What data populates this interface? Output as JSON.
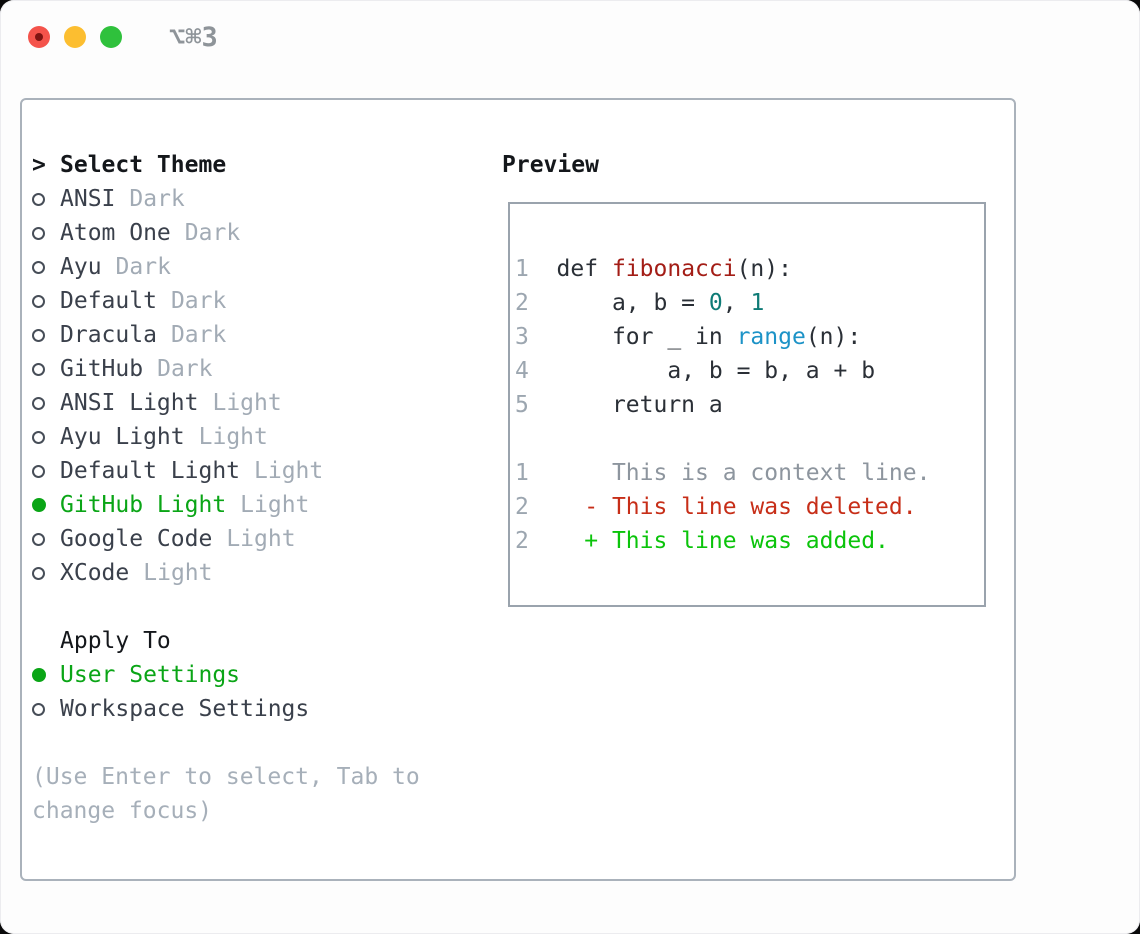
{
  "titlebar": {
    "shortcut": "⌥⌘3",
    "traffic_lights": [
      "close",
      "minimize",
      "zoom"
    ]
  },
  "theme_picker": {
    "header_prefix": ">",
    "header": "Select Theme",
    "items": [
      {
        "name": "ANSI",
        "tag": "Dark",
        "selected": false
      },
      {
        "name": "Atom One",
        "tag": "Dark",
        "selected": false
      },
      {
        "name": "Ayu",
        "tag": "Dark",
        "selected": false
      },
      {
        "name": "Default",
        "tag": "Dark",
        "selected": false
      },
      {
        "name": "Dracula",
        "tag": "Dark",
        "selected": false
      },
      {
        "name": "GitHub",
        "tag": "Dark",
        "selected": false
      },
      {
        "name": "ANSI Light",
        "tag": "Light",
        "selected": false
      },
      {
        "name": "Ayu Light",
        "tag": "Light",
        "selected": false
      },
      {
        "name": "Default Light",
        "tag": "Light",
        "selected": false
      },
      {
        "name": "GitHub Light",
        "tag": "Light",
        "selected": true
      },
      {
        "name": "Google Code",
        "tag": "Light",
        "selected": false
      },
      {
        "name": "XCode",
        "tag": "Light",
        "selected": false
      }
    ]
  },
  "apply_to": {
    "header": "Apply To",
    "items": [
      {
        "name": "User Settings",
        "selected": true
      },
      {
        "name": "Workspace Settings",
        "selected": false
      }
    ]
  },
  "footer": {
    "hint_line1": "(Use Enter to select, Tab to",
    "hint_line2": "change focus)"
  },
  "preview": {
    "title": "Preview",
    "code_lines": [
      [
        {
          "t": "1",
          "c": "ln"
        },
        {
          "t": "  def ",
          "c": "plain"
        },
        {
          "t": "fibonacci",
          "c": "fn"
        },
        {
          "t": "(n):",
          "c": "plain"
        }
      ],
      [
        {
          "t": "2",
          "c": "ln"
        },
        {
          "t": "      a, b = ",
          "c": "plain"
        },
        {
          "t": "0",
          "c": "num"
        },
        {
          "t": ", ",
          "c": "plain"
        },
        {
          "t": "1",
          "c": "num"
        }
      ],
      [
        {
          "t": "3",
          "c": "ln"
        },
        {
          "t": "      for _ in ",
          "c": "plain"
        },
        {
          "t": "range",
          "c": "bi"
        },
        {
          "t": "(n):",
          "c": "plain"
        }
      ],
      [
        {
          "t": "4",
          "c": "ln"
        },
        {
          "t": "          a, b = b, a + b",
          "c": "plain"
        }
      ],
      [
        {
          "t": "5",
          "c": "ln"
        },
        {
          "t": "      return a",
          "c": "plain"
        }
      ]
    ],
    "diff_lines": [
      [
        {
          "t": "1",
          "c": "ln"
        },
        {
          "t": "      This is a context line.",
          "c": "ctx"
        }
      ],
      [
        {
          "t": "2",
          "c": "ln"
        },
        {
          "t": "    - This line was deleted.",
          "c": "del"
        }
      ],
      [
        {
          "t": "2",
          "c": "ln"
        },
        {
          "t": "    + This line was added.",
          "c": "add"
        }
      ]
    ]
  },
  "colors": {
    "accent_green": "#0aa516",
    "diff_added": "#0bc40b",
    "diff_deleted": "#c72e18",
    "diff_context": "#8d959e",
    "syntax_function": "#a31d16",
    "syntax_number": "#0e7b76",
    "syntax_builtin": "#1d93c7",
    "line_number_gray": "#9ca6b0",
    "muted_tag_gray": "#a2abb5",
    "traffic_red": "#f4534b",
    "traffic_yellow": "#fcbe30",
    "traffic_green": "#2fc13c"
  }
}
